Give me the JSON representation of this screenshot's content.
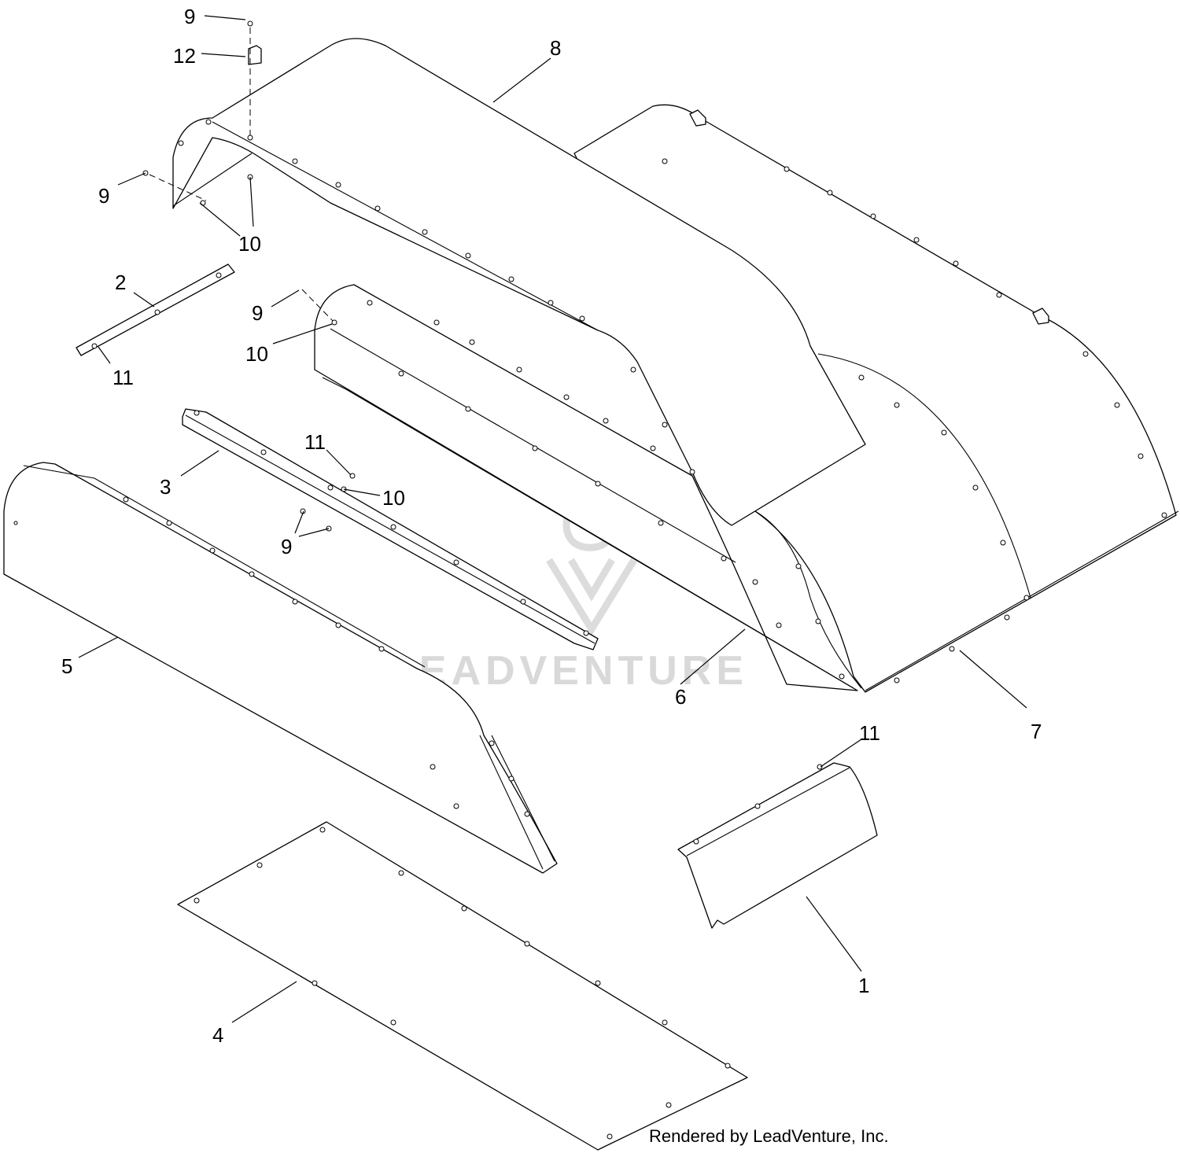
{
  "callouts": {
    "c1": "1",
    "c2": "2",
    "c3": "3",
    "c4": "4",
    "c5": "5",
    "c6": "6",
    "c7": "7",
    "c8": "8",
    "c9a": "9",
    "c9b": "9",
    "c9c": "9",
    "c9d": "9",
    "c10a": "10",
    "c10b": "10",
    "c10c": "10",
    "c11a": "11",
    "c11b": "11",
    "c11c": "11",
    "c12": "12"
  },
  "watermark": {
    "text": "LEADVENTURE"
  },
  "credit": "Rendered by LeadVenture, Inc."
}
